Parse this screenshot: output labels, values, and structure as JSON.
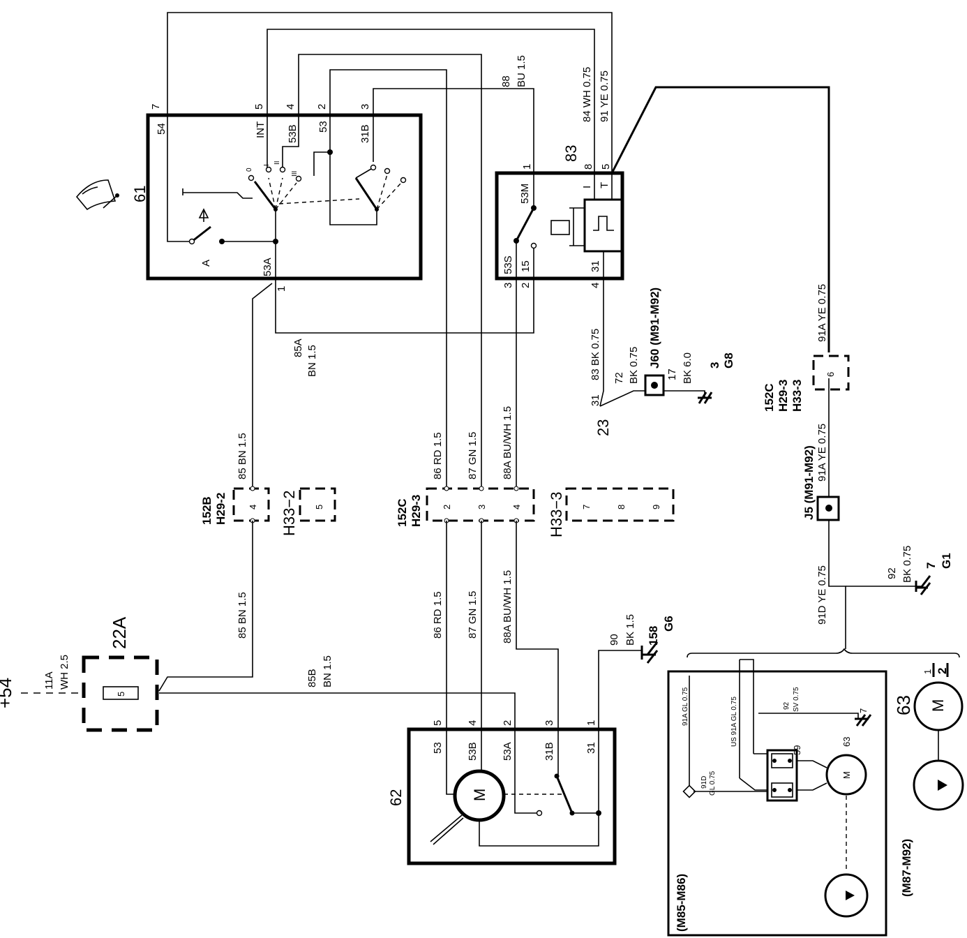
{
  "components": {
    "c61": "61",
    "c62": "62",
    "c63a": "63",
    "c63b": "63",
    "c83": "83",
    "c22a": "22A",
    "c5": "5",
    "plus54": "+54",
    "c59": "59",
    "c23": "23"
  },
  "pins61": {
    "p7": "7",
    "p5": "5",
    "p4": "4",
    "p2": "2",
    "p3": "3",
    "p1": "1",
    "t54": "54",
    "tint": "INT",
    "t53b": "53B",
    "t53": "53",
    "t31b": "31B",
    "t53a": "53A",
    "tA": "A",
    "s0": "0",
    "sI": "I",
    "sII": "II",
    "sIII": "III"
  },
  "pins83": {
    "p1": "1",
    "p8": "8",
    "p5": "5",
    "p3": "3",
    "p2": "2",
    "p4": "4",
    "t53m": "53M",
    "t53s": "53S",
    "t15": "15",
    "t31": "31",
    "tI": "I",
    "tT": "T"
  },
  "pins62": {
    "p5": "5",
    "p4": "4",
    "p2": "2",
    "p3": "3",
    "p1": "1",
    "t53": "53",
    "t53b": "53B",
    "t53a": "53A",
    "t31b": "31B",
    "t31": "31",
    "motor": "M"
  },
  "wires": {
    "w88a": "88",
    "w88b": "BU 1.5",
    "w84": "84  WH  0.75",
    "w91": "91  YE  0.75",
    "w85a1": "85A",
    "w85a2": "BN 1.5",
    "w85top": "85  BN  1.5",
    "w85bot": "85  BN  1.5",
    "w86top": "86  RD  1.5",
    "w87top": "87  GN  1.5",
    "w88atop": "88A  BU/WH  1.5",
    "w86bot": "86  RD  1.5",
    "w87bot": "87  GN  1.5",
    "w88abot": "88A  BU/WH  1.5",
    "w83": "83  BK  0.75",
    "w31": "31",
    "w72a": "72",
    "w72b": "BK  0.75",
    "w17a": "17",
    "w17b": "BK  6.0",
    "w91a_top": "91A  YE  0.75",
    "w91a_mid": "91A  YE  0.75",
    "w91d": "91D  YE  0.75",
    "w92a": "92",
    "w92b": "BK  0.75",
    "w90a": "90",
    "w90b": "BK  1.5",
    "w11a1": "11A",
    "w11a2": "WH  2.5",
    "w85b1": "85B",
    "w85b2": "BN  1.5"
  },
  "connectors": {
    "c152b": "152B",
    "h292": "H29-2",
    "h332": "H33−2",
    "c152c": "152C",
    "h293": "H29-3",
    "h333": "H33−3",
    "c152c_r": "152C",
    "h293_r": "H29-3",
    "h333_r": "H33-3",
    "pin2": "2",
    "pin3": "3",
    "pin4": "4",
    "pin4b": "4",
    "pin5": "5",
    "pin6": "6",
    "pin7": "7",
    "pin8": "8",
    "pin9": "9"
  },
  "splices": {
    "j60": "J60 (M91-M92)",
    "j5": "J5 (M91-M92)",
    "j60_grnd": "3",
    "j60_g": "G8",
    "g1n": "7",
    "g1": "G1",
    "g6n": "158",
    "g6": "G6"
  },
  "inset": {
    "title": "(M85-M86)",
    "alt": "(M87-M92)",
    "w91agl": "91A  GL 0.75",
    "w91agl_us": "US  91A GL 0.75",
    "w91d": "91D",
    "w91d_gl": "GL 0.75",
    "w92": "92",
    "w92sv": "SV 0.75",
    "gnd": "7",
    "m": "M",
    "m2": "M",
    "p1": "1",
    "p2": "2"
  }
}
